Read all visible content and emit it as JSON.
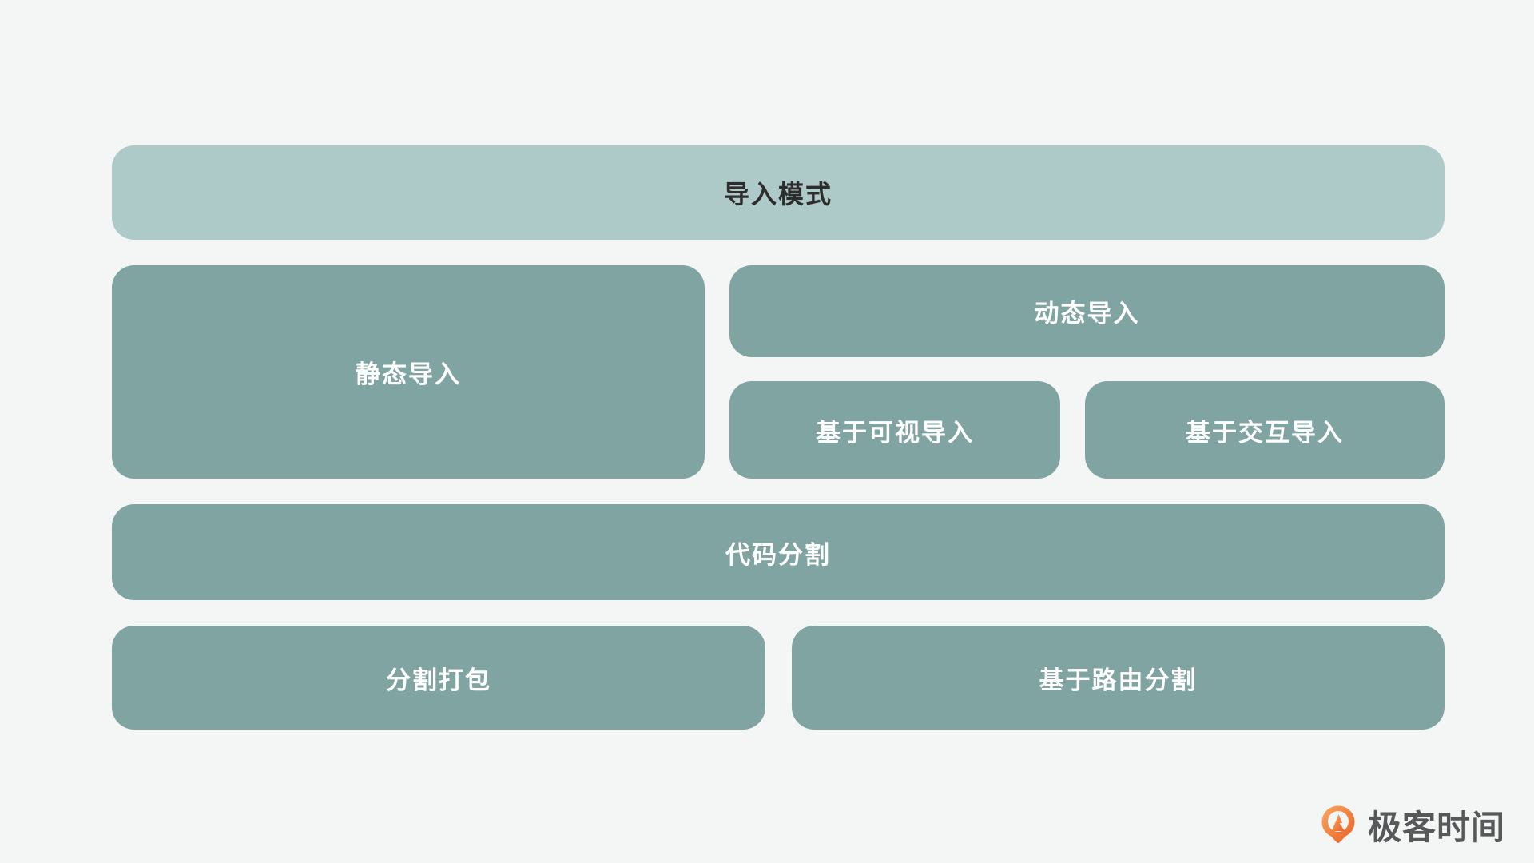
{
  "diagram": {
    "import_mode": {
      "label": "导入模式"
    },
    "static_import": {
      "label": "静态导入"
    },
    "dynamic_import": {
      "label": "动态导入"
    },
    "visibility_import": {
      "label": "基于可视导入"
    },
    "interaction_import": {
      "label": "基于交互导入"
    },
    "code_splitting": {
      "label": "代码分割"
    },
    "split_bundling": {
      "label": "分割打包"
    },
    "route_splitting": {
      "label": "基于路由分割"
    }
  },
  "colors": {
    "background": "#f4f6f5",
    "header_box_bg": "#aecac8",
    "header_box_text": "#2d2d2d",
    "box_bg": "#80a4a2",
    "box_text": "#ffffff",
    "logo_orange_light": "#f9a85f",
    "logo_orange_dark": "#e95f25",
    "logo_text": "#57585a"
  },
  "brand": {
    "name": "极客时间"
  }
}
